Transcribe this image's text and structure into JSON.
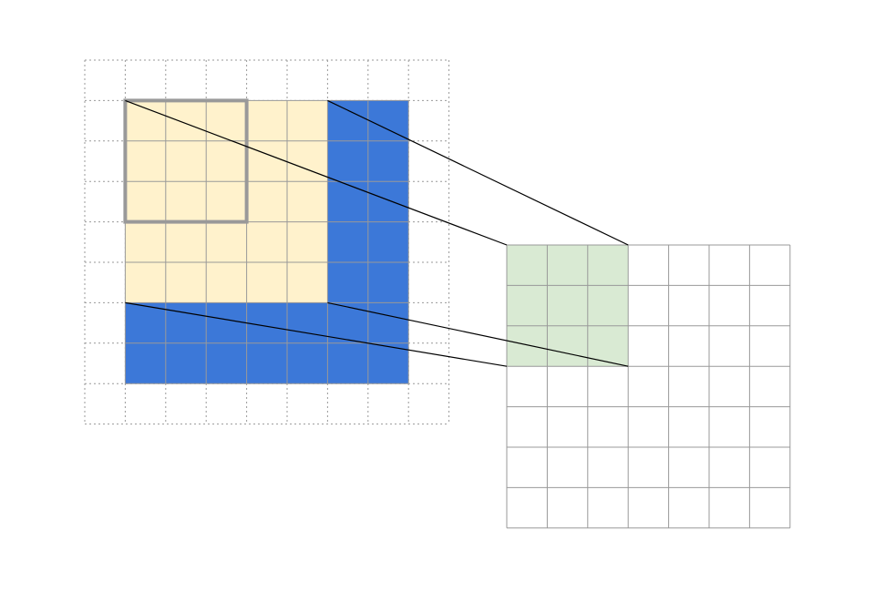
{
  "input_grid": {
    "padded_cols": 9,
    "padded_rows": 9,
    "padding": 1,
    "cols": 7,
    "rows": 7,
    "highlight_cols": 5,
    "highlight_rows": 5,
    "kernel_size": 3
  },
  "output_grid": {
    "cols": 7,
    "rows": 7,
    "highlight_cols": 3,
    "highlight_rows": 3
  },
  "colors": {
    "input_fill": "#3c78d8",
    "highlight_fill": "#fff2cc",
    "output_highlight_fill": "#d9ead3",
    "grid_line": "#999999",
    "kernel_border": "#999999",
    "connector": "#000000"
  }
}
